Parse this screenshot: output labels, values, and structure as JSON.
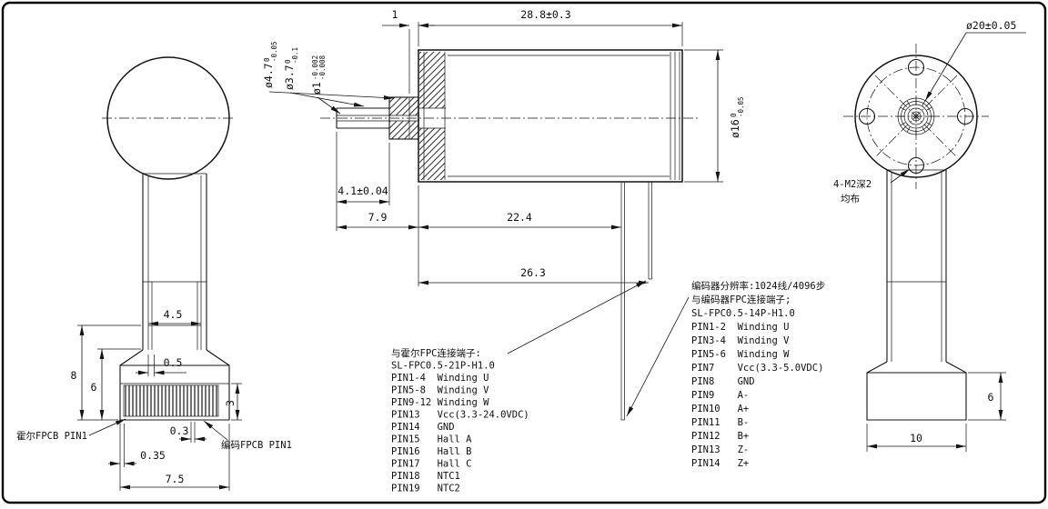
{
  "drawing": {
    "dims": {
      "d1": "1",
      "d288": "28.8±0.3",
      "d41": "4.1±0.04",
      "d79": "7.9",
      "d224": "22.4",
      "d263": "26.3",
      "d45": "4.5",
      "d8": "8",
      "d6": "6",
      "d05": "0.5",
      "d3": "3",
      "d03": "0.3",
      "d035": "0.35",
      "d75": "7.5",
      "d20": "ø20±0.05",
      "d6r": "6",
      "d10": "10",
      "shaft_d1": {
        "main": "ø4.7",
        "tol_up": "0",
        "tol_dn": "-0.05"
      },
      "shaft_d2": {
        "main": "ø3.7",
        "tol_up": "0",
        "tol_dn": "-0.1"
      },
      "shaft_d3": {
        "main": "ø1",
        "tol_up": "-0.002",
        "tol_dn": "-0.008"
      },
      "body_d": {
        "main": "ø16",
        "tol_up": "0",
        "tol_dn": "-0.05"
      }
    },
    "notes": {
      "mount_line1": "4-M2深2",
      "mount_line2": "均布",
      "fpcb_left": "霍尔FPCB PIN1",
      "fpcb_right": "编码FPCB PIN1"
    },
    "tables": {
      "hall": {
        "lines": [
          "与霍尔FPC连接端子:",
          "SL-FPC0.5-21P-H1.0",
          "PIN1-4  Winding U",
          "PIN5-8  Winding V",
          "PIN9-12 Winding W",
          "PIN13   Vcc(3.3-24.0VDC)",
          "PIN14   GND",
          "PIN15   Hall A",
          "PIN16   Hall B",
          "PIN17   Hall C",
          "PIN18   NTC1",
          "PIN19   NTC2"
        ]
      },
      "encoder": {
        "lines": [
          "编码器分辨率:1024线/4096步",
          "与编码器FPC连接端子;",
          "SL-FPC0.5-14P-H1.0",
          "PIN1-2  Winding U",
          "PIN3-4  Winding V",
          "PIN5-6  Winding W",
          "PIN7    Vcc(3.3-5.0VDC)",
          "PIN8    GND",
          "PIN9    A-",
          "PIN10   A+",
          "PIN11   B-",
          "PIN12   B+",
          "PIN13   Z-",
          "PIN14   Z+"
        ]
      }
    }
  }
}
